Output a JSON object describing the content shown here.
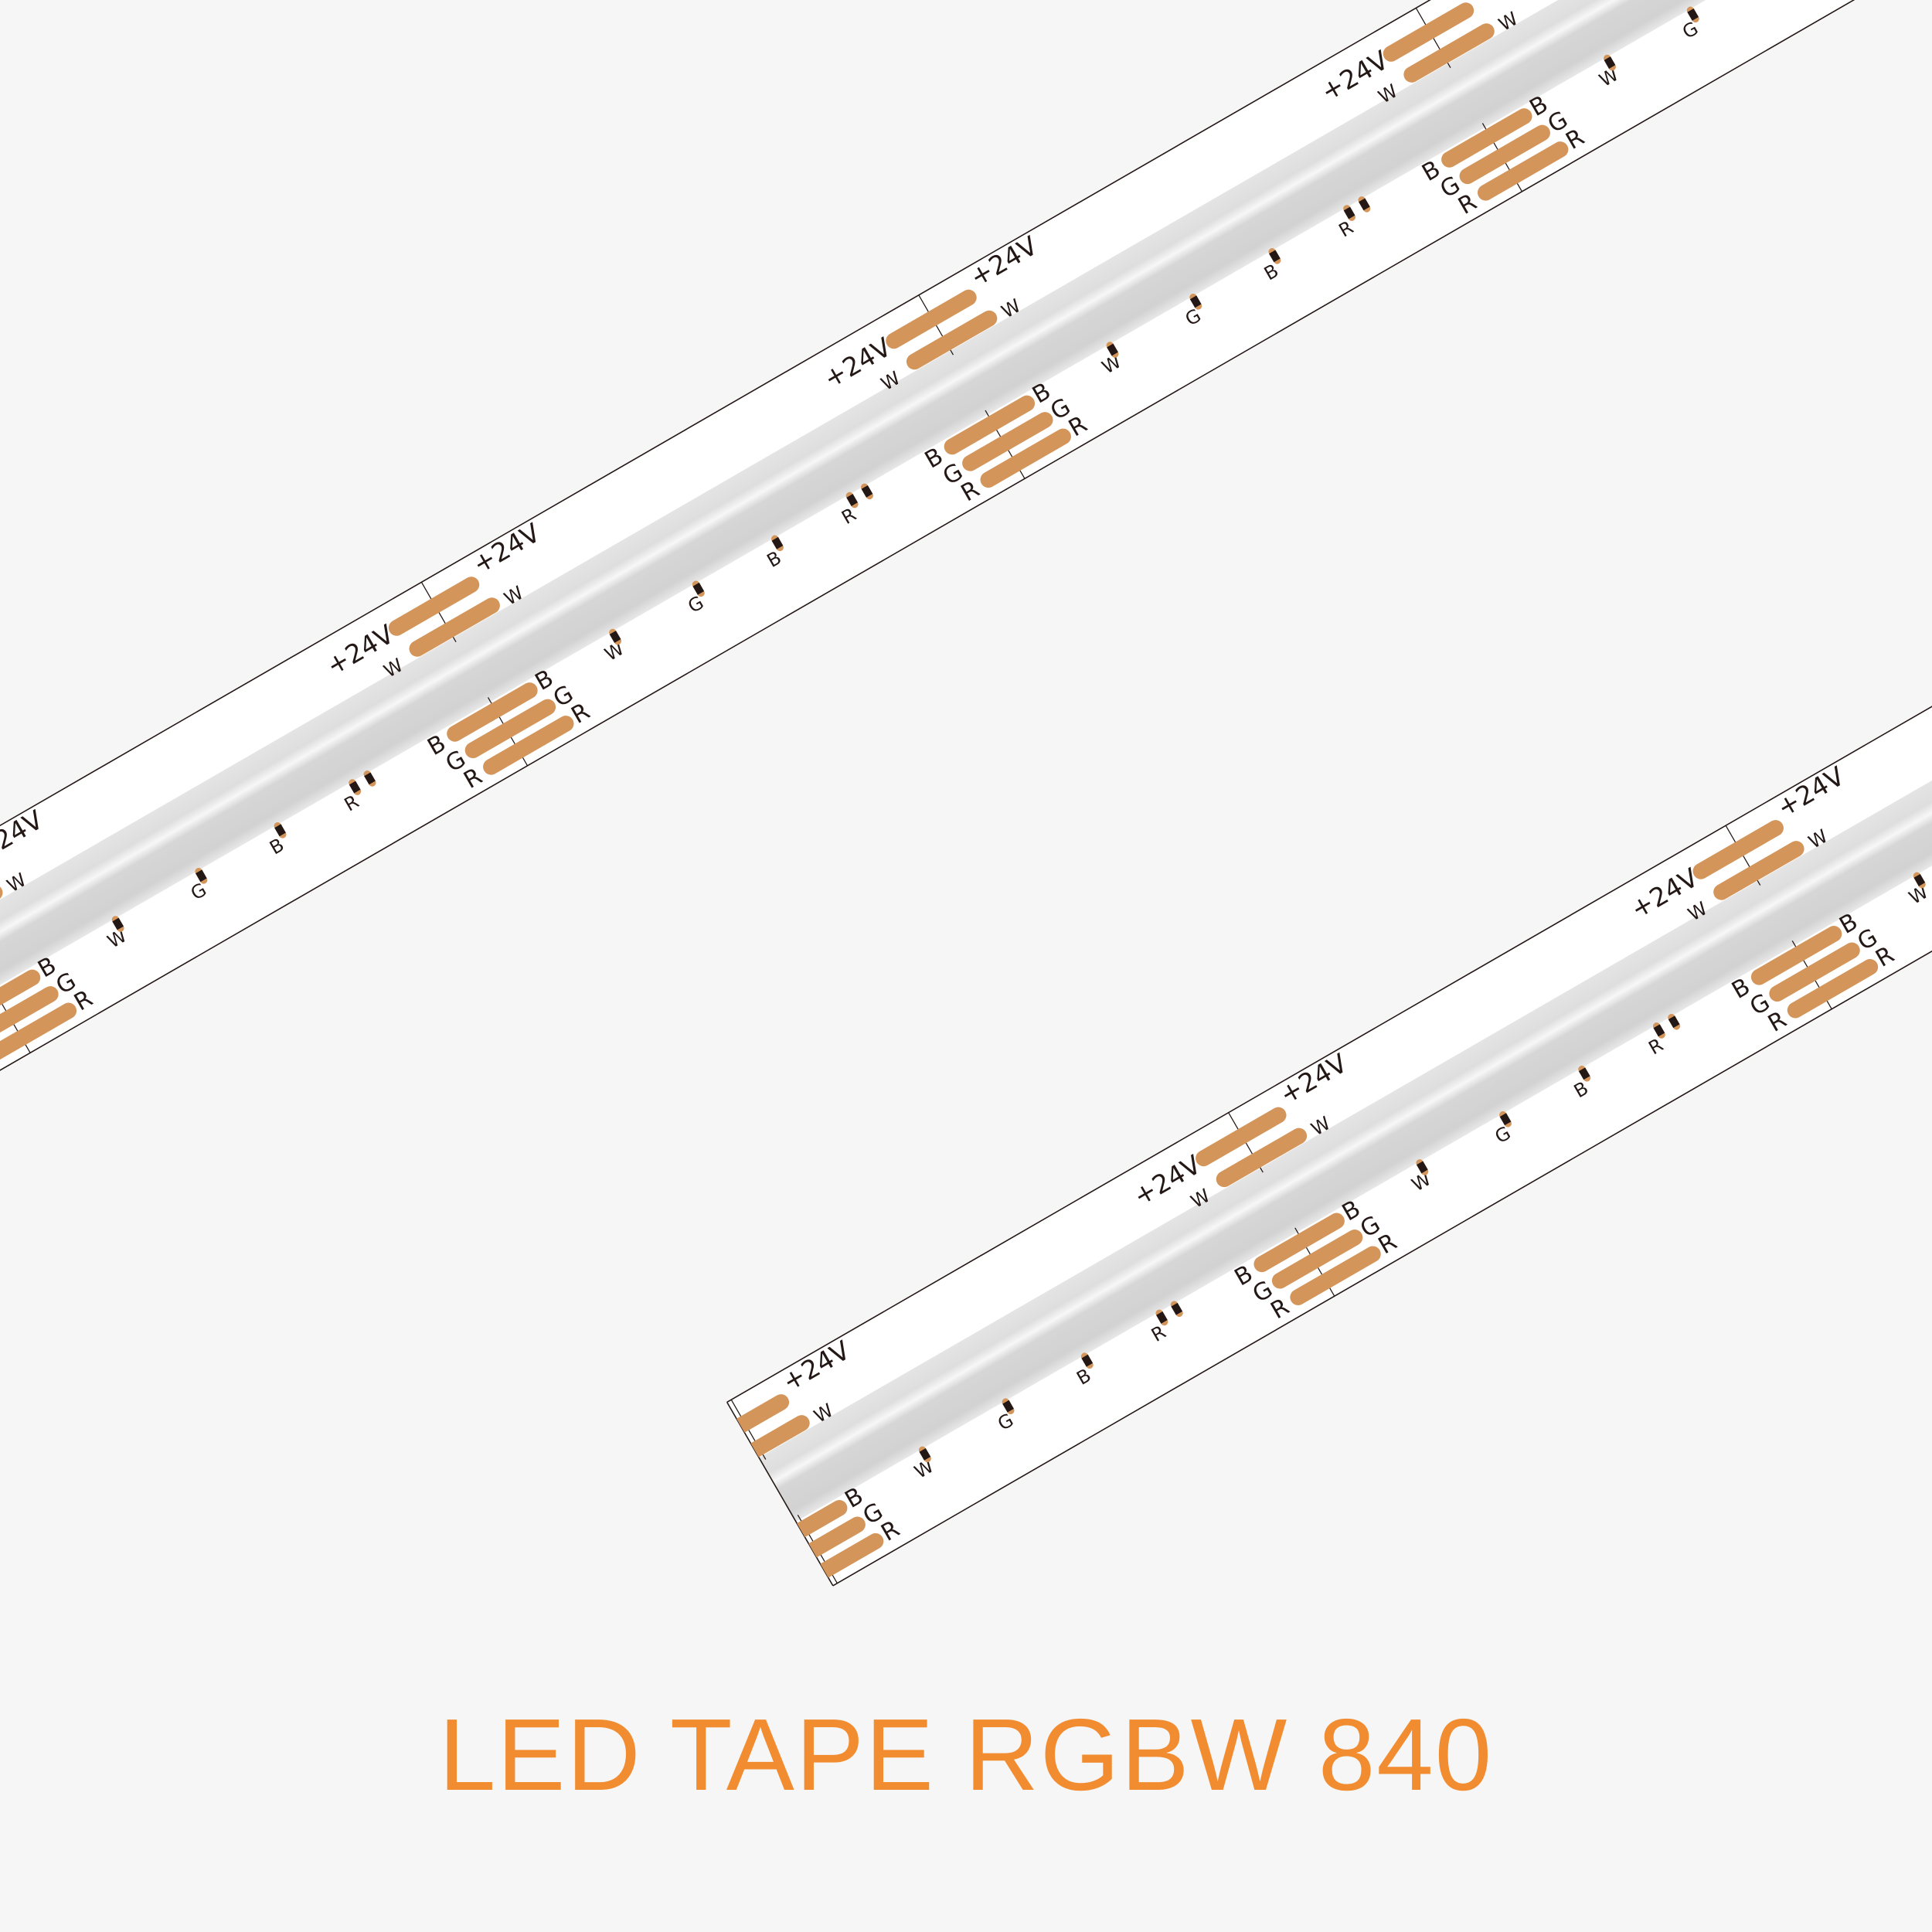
{
  "title": "LED TAPE RGBW 840",
  "colors": {
    "background": "#f6f6f6",
    "title": "#F28C30",
    "pad": "#D4955A",
    "strip": "#ffffff",
    "outline": "#231815"
  },
  "labels": {
    "power": "+24V",
    "white": "W",
    "blue": "B",
    "green": "G",
    "red": "R"
  },
  "chip_sequence": [
    "W",
    "G",
    "B",
    "R"
  ]
}
